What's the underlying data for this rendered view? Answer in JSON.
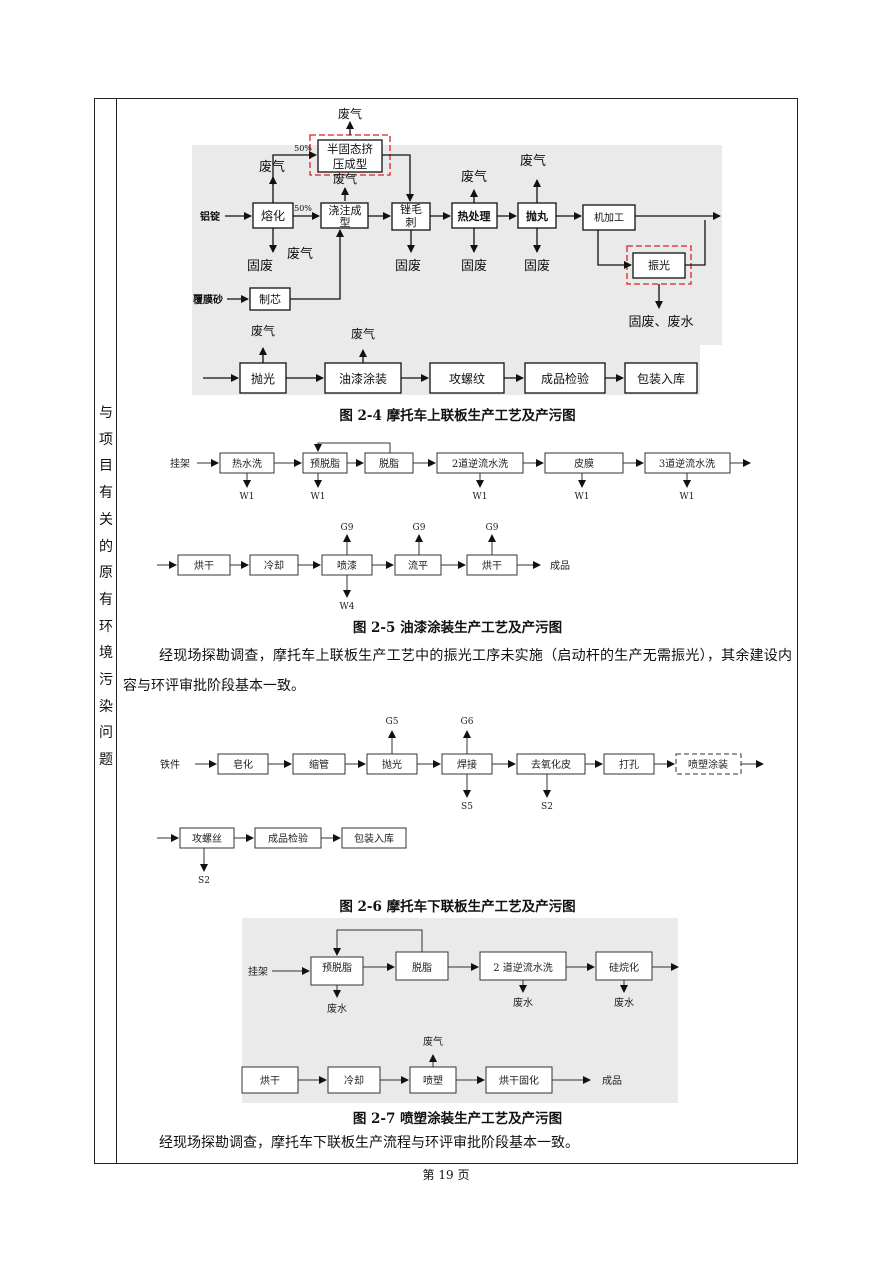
{
  "side_title": [
    "与",
    "项",
    "目",
    "有",
    "关",
    "的",
    "原",
    "有",
    "环",
    "境",
    "污",
    "染",
    "问",
    "题"
  ],
  "fig4": {
    "caption": "图 2-4   摩托车上联板生产工艺及产污图",
    "inputs": {
      "ingot": "铝锭",
      "sand": "覆膜砂"
    },
    "pct": "50%",
    "boxes": {
      "semi": "半固态挤压成型",
      "melt": "熔化",
      "cast": "浇注成型",
      "deburr": "锉毛刺",
      "heat": "热处理",
      "shot": "抛丸",
      "machine": "机加工",
      "vibro": "振光",
      "core": "制芯",
      "polish": "抛光",
      "paint": "油漆涂装",
      "thread": "攻螺纹",
      "inspect": "成品检验",
      "pack": "包装入库"
    },
    "waste": {
      "gas": "废气",
      "solid": "固废",
      "solid_water": "固废、废水"
    }
  },
  "fig5": {
    "caption": "图 2-5   油漆涂装生产工艺及产污图",
    "start": "挂架",
    "row1": [
      "热水洗",
      "预脱脂",
      "脱脂",
      "2道逆流水洗",
      "皮膜",
      "3道逆流水洗"
    ],
    "row2": [
      "烘干",
      "冷却",
      "喷漆",
      "流平",
      "烘干"
    ],
    "end": "成品",
    "w1": "W1",
    "w4": "W4",
    "g9": "G9"
  },
  "para1": "经现场探勘调查，摩托车上联板生产工艺中的振光工序未实施（启动杆的生产无需振光），其余建设内容与环评审批阶段基本一致。",
  "fig6": {
    "caption": "图 2-6   摩托车下联板生产工艺及产污图",
    "start": "铁件",
    "row1": [
      "皂化",
      "缩管",
      "抛光",
      "焊接",
      "去氧化皮",
      "打孔",
      "喷塑涂装"
    ],
    "row2": [
      "攻螺丝",
      "成品检验",
      "包装入库"
    ],
    "g5": "G5",
    "g6": "G6",
    "s5": "S5",
    "s2": "S2"
  },
  "fig7": {
    "caption": "图 2-7   喷塑涂装生产工艺及产污图",
    "start": "挂架",
    "row1": [
      "预脱脂",
      "脱脂",
      "2 道逆流水洗",
      "硅烷化"
    ],
    "row2": [
      "烘干",
      "冷却",
      "喷塑",
      "烘干固化"
    ],
    "end": "成品",
    "wastewater": "废水",
    "gas": "废气"
  },
  "para2": "经现场探勘调查，摩托车下联板生产流程与环评审批阶段基本一致。",
  "page_label": "第 19 页"
}
